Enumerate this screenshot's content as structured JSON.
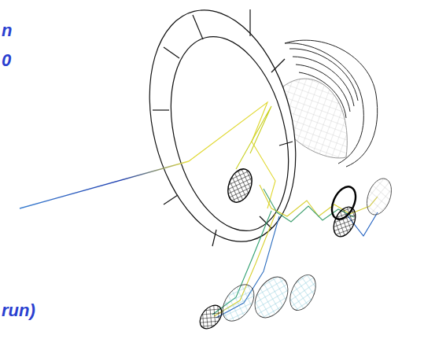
{
  "diagram": {
    "labels": [
      "n",
      "0",
      "run)"
    ]
  }
}
